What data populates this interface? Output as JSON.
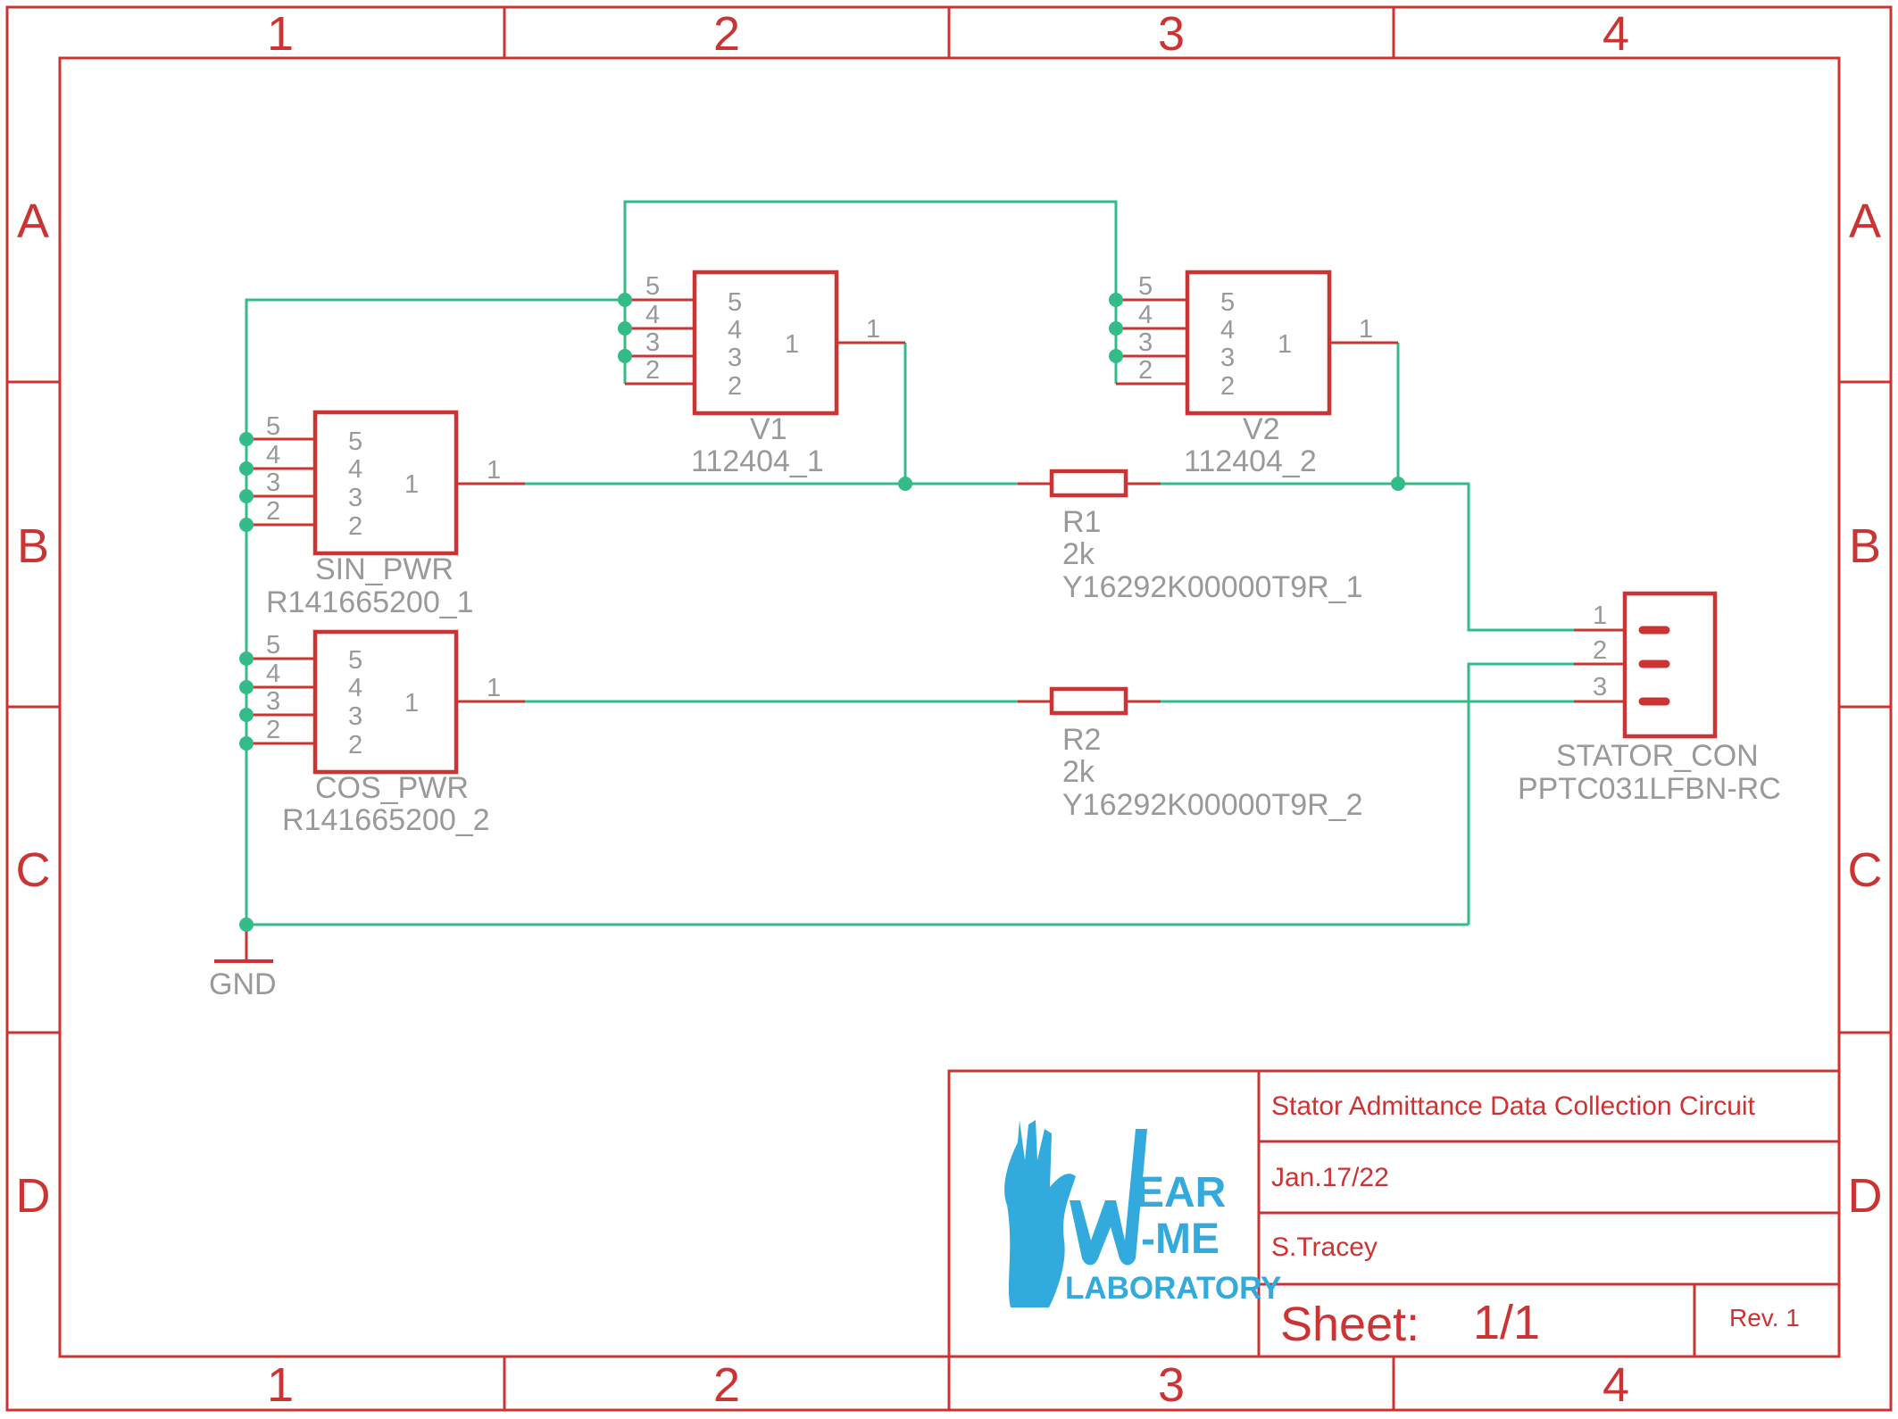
{
  "frame": {
    "columns": [
      "1",
      "2",
      "3",
      "4"
    ],
    "rows": [
      "A",
      "B",
      "C",
      "D"
    ]
  },
  "parts": {
    "v1": {
      "name": "V1",
      "value": "112404_1",
      "pins_left": [
        "5",
        "4",
        "3",
        "2"
      ],
      "pin_right": "1"
    },
    "v2": {
      "name": "V2",
      "value": "112404_2",
      "pins_left": [
        "5",
        "4",
        "3",
        "2"
      ],
      "pin_right": "1"
    },
    "sin_pwr": {
      "name": "SIN_PWR",
      "value": "R141665200_1",
      "pins_left": [
        "5",
        "4",
        "3",
        "2"
      ],
      "pin_right": "1"
    },
    "cos_pwr": {
      "name": "COS_PWR",
      "value": "R141665200_2",
      "pins_left": [
        "5",
        "4",
        "3",
        "2"
      ],
      "pin_right": "1"
    },
    "r1": {
      "name": "R1",
      "value": "2k",
      "part": "Y16292K00000T9R_1"
    },
    "r2": {
      "name": "R2",
      "value": "2k",
      "part": "Y16292K00000T9R_2"
    },
    "stator_con": {
      "name": "STATOR_CON",
      "value": "PPTC031LFBN-RC",
      "pins": [
        "1",
        "2",
        "3"
      ]
    },
    "gnd": {
      "label": "GND"
    }
  },
  "title_block": {
    "title": "Stator Admittance Data Collection Circuit",
    "date": "Jan.17/22",
    "author": "S.Tracey",
    "sheet_label": "Sheet:",
    "sheet_value": "1/1",
    "revision": "Rev. 1",
    "logo": {
      "line1": "EAR",
      "line2": "-ME",
      "line3": "LABORATORY"
    }
  },
  "colors": {
    "frame": "#cc3333",
    "wire": "#33bb88",
    "label": "#999999",
    "logo": "#33aadd"
  }
}
